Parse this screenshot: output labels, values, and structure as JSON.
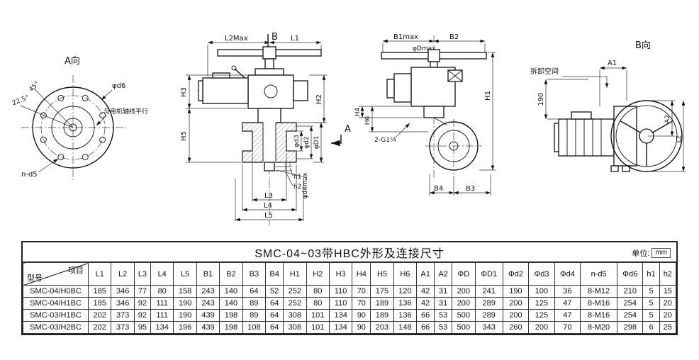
{
  "views": {
    "a": {
      "title": "A向",
      "angle_45": "45°",
      "angle_225": "22.5°",
      "phi_d6": "φd6",
      "parallel_note": "与电机轴线平行",
      "n_d5": "n-d5"
    },
    "front": {
      "section_mark": "B",
      "dim_l2max": "L2Max",
      "dim_l1": "L1",
      "dim_h3": "H3",
      "dim_h5": "H5",
      "dim_h2": "H2",
      "dim_phi_d3": "φd3",
      "dim_phi_d2": "φd2",
      "dim_phi_D1": "φD1",
      "dim_h1_small": "h1",
      "dim_h2_small": "h2",
      "dim_phi_d4max": "φd4max",
      "dim_l3": "L3",
      "dim_l4": "L4",
      "dim_l5": "L5",
      "section_a": "A"
    },
    "side": {
      "dim_b1max": "B1max",
      "dim_b2": "B2",
      "dim_phi_dmax": "φDmax",
      "dim_h1": "H1",
      "dim_h4": "H4",
      "dim_h6": "H6",
      "thread_note": "2-G1¼",
      "dim_b4": "B4",
      "dim_b3": "B3"
    },
    "b": {
      "title": "B向",
      "removal_space": "拆卸空间",
      "dim_190": "190",
      "dim_a1": "A1",
      "dim_a2": "A2",
      "dim_l2": "L2"
    }
  },
  "table": {
    "title": "SMC-04~03带HBC外形及连接尺寸",
    "unit_label": "单位:",
    "unit_value": "mm",
    "header_item": "项目",
    "header_model": "型号",
    "columns": [
      "L1",
      "L2",
      "L3",
      "L4",
      "L5",
      "B1",
      "B2",
      "B3",
      "B4",
      "H1",
      "H2",
      "H3",
      "H4",
      "H5",
      "H6",
      "A1",
      "A2",
      "ΦD",
      "ΦD1",
      "Φd2",
      "Φd3",
      "Φd4",
      "n-d5",
      "Φd6",
      "h1",
      "h2"
    ],
    "rows": [
      {
        "model": "SMC-04/H0BC",
        "values": [
          "185",
          "346",
          "77",
          "80",
          "158",
          "243",
          "140",
          "64",
          "52",
          "252",
          "80",
          "110",
          "70",
          "175",
          "120",
          "42",
          "31",
          "200",
          "241",
          "190",
          "100",
          "36",
          "8-M12",
          "210",
          "5",
          "15"
        ]
      },
      {
        "model": "SMC-04/H1BC",
        "values": [
          "185",
          "346",
          "92",
          "111",
          "190",
          "243",
          "140",
          "89",
          "64",
          "252",
          "80",
          "110",
          "70",
          "189",
          "136",
          "42",
          "31",
          "200",
          "289",
          "200",
          "125",
          "47",
          "8-M16",
          "254",
          "5",
          "20"
        ]
      },
      {
        "model": "SMC-03/H1BC",
        "values": [
          "202",
          "373",
          "92",
          "111",
          "190",
          "439",
          "198",
          "89",
          "64",
          "308",
          "101",
          "134",
          "90",
          "189",
          "136",
          "66",
          "53",
          "500",
          "289",
          "200",
          "125",
          "47",
          "8-M16",
          "254",
          "5",
          "20"
        ]
      },
      {
        "model": "SMC-03/H2BC",
        "values": [
          "202",
          "373",
          "95",
          "134",
          "196",
          "439",
          "198",
          "108",
          "64",
          "308",
          "101",
          "134",
          "90",
          "203",
          "148",
          "66",
          "53",
          "500",
          "343",
          "260",
          "200",
          "70",
          "8-M20",
          "298",
          "6",
          "25"
        ]
      }
    ]
  }
}
